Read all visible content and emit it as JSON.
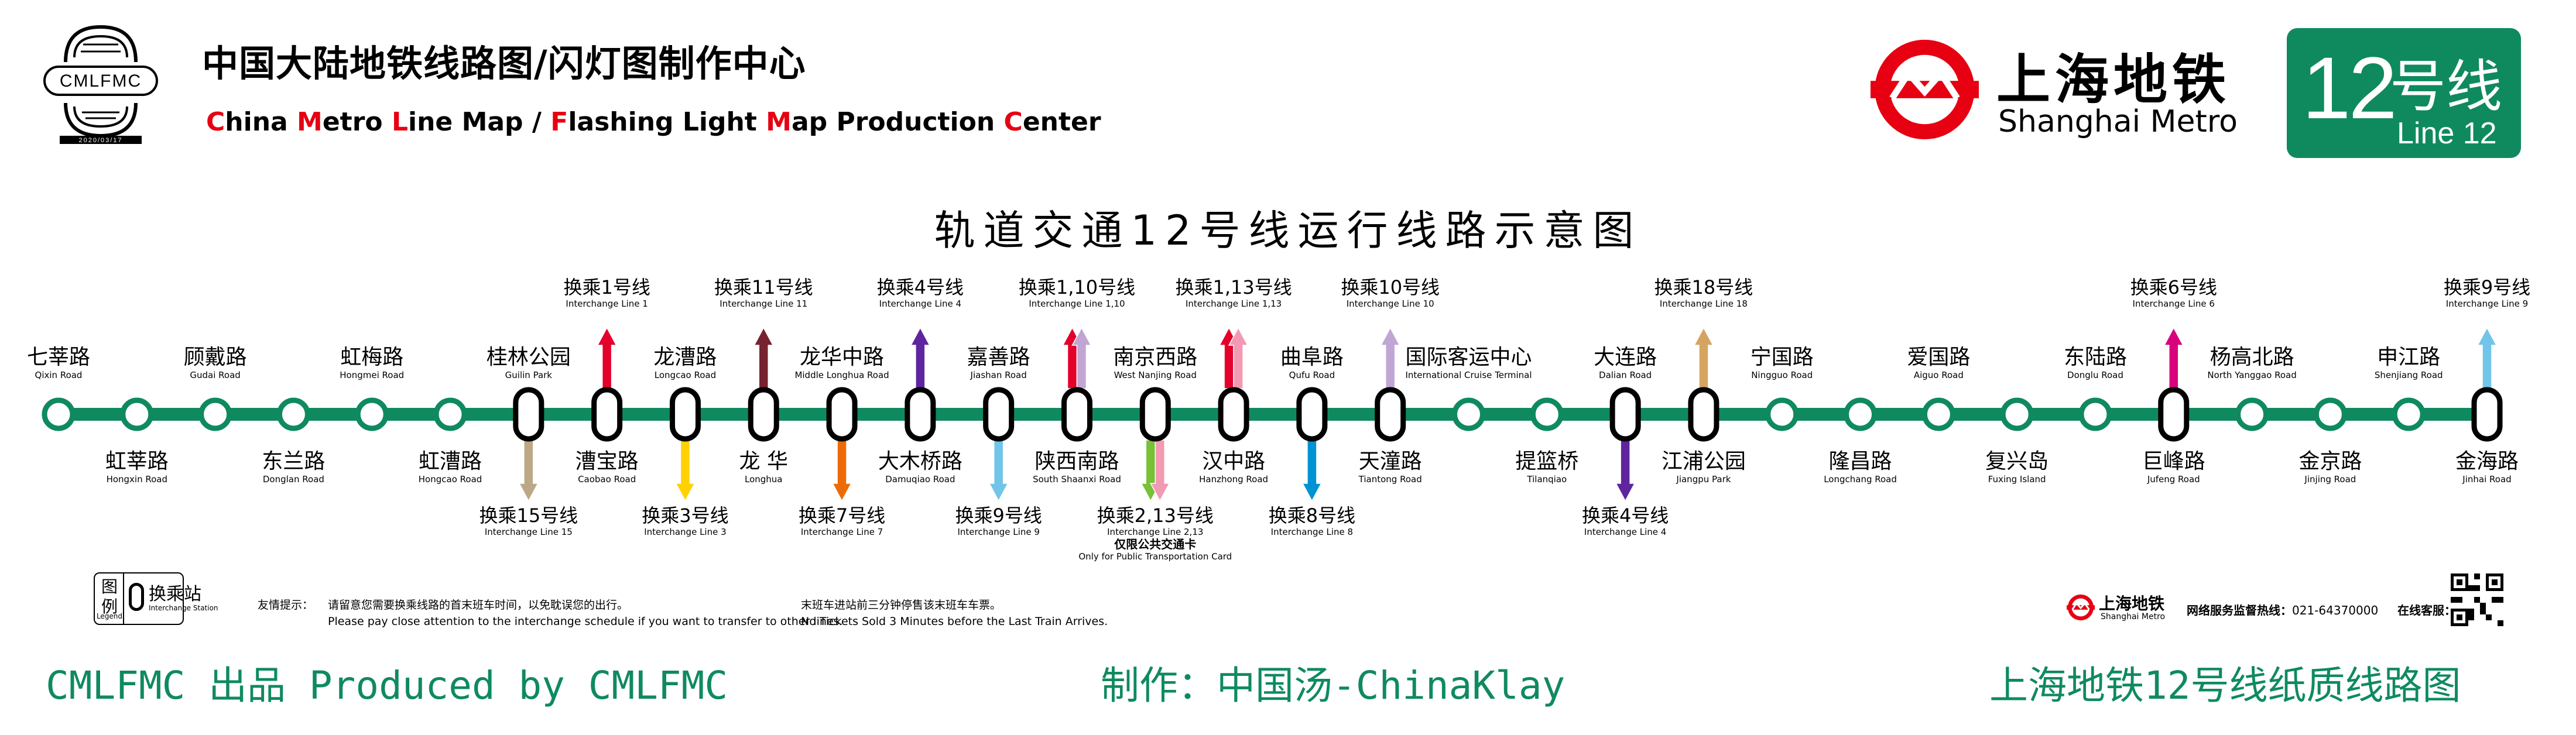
{
  "header": {
    "logo_text": "CMLFMC",
    "logo_date": "2020/03/17",
    "org_cn": "中国大陆地铁线路图/闪灯图制作中心",
    "org_en_parts": [
      {
        "t": "C",
        "red": true
      },
      {
        "t": "hina ",
        "red": false
      },
      {
        "t": "M",
        "red": true
      },
      {
        "t": "etro ",
        "red": false
      },
      {
        "t": "L",
        "red": true
      },
      {
        "t": "ine Map / ",
        "red": false
      },
      {
        "t": "F",
        "red": true
      },
      {
        "t": "lashing Light ",
        "red": false
      },
      {
        "t": "M",
        "red": true
      },
      {
        "t": "ap Production ",
        "red": false
      },
      {
        "t": "C",
        "red": true
      },
      {
        "t": "enter",
        "red": false
      }
    ],
    "operator_cn": "上海地铁",
    "operator_en": "Shanghai Metro",
    "line_number": "12",
    "line_cn_suffix": "号线",
    "line_en": "Line 12"
  },
  "map_title": "轨道交通12号线运行线路示意图",
  "colors": {
    "line12": "#0f8a5f",
    "brand_red": "#e60012",
    "line1": "#e3002b",
    "line3": "#ffd100",
    "line4": "#5f259f",
    "line6": "#d9027d",
    "line7": "#ed6b06",
    "line8": "#0093d3",
    "line9": "#71c5e8",
    "line10": "#c1a6d4",
    "line11": "#76232f",
    "line13": "#f29ab3",
    "line15": "#bca886",
    "line18": "#d6a461",
    "line2": "#78c037"
  },
  "stations": [
    {
      "cn": "七莘路",
      "en": "Qixin Road",
      "label": "up",
      "interchange": false
    },
    {
      "cn": "虹莘路",
      "en": "Hongxin Road",
      "label": "down",
      "interchange": false
    },
    {
      "cn": "顾戴路",
      "en": "Gudai Road",
      "label": "up",
      "interchange": false
    },
    {
      "cn": "东兰路",
      "en": "Donglan Road",
      "label": "down",
      "interchange": false
    },
    {
      "cn": "虹梅路",
      "en": "Hongmei Road",
      "label": "up",
      "interchange": false
    },
    {
      "cn": "虹漕路",
      "en": "Hongcao Road",
      "label": "down",
      "interchange": false
    },
    {
      "cn": "桂林公园",
      "en": "Guilin Park",
      "label": "up",
      "interchange": true,
      "transfers": [
        {
          "side": "down",
          "lines": [
            "line15"
          ],
          "cn": "换乘15号线",
          "en": "Interchange Line 15"
        }
      ]
    },
    {
      "cn": "漕宝路",
      "en": "Caobao Road",
      "label": "down",
      "interchange": true,
      "transfers": [
        {
          "side": "up",
          "lines": [
            "line1"
          ],
          "cn": "换乘1号线",
          "en": "Interchange Line 1"
        }
      ]
    },
    {
      "cn": "龙漕路",
      "en": "Longcao Road",
      "label": "up",
      "interchange": true,
      "transfers": [
        {
          "side": "down",
          "lines": [
            "line3"
          ],
          "cn": "换乘3号线",
          "en": "Interchange Line 3"
        }
      ]
    },
    {
      "cn": "龙 华",
      "en": "Longhua",
      "label": "down",
      "interchange": true,
      "transfers": [
        {
          "side": "up",
          "lines": [
            "line11"
          ],
          "cn": "换乘11号线",
          "en": "Interchange Line 11"
        }
      ]
    },
    {
      "cn": "龙华中路",
      "en": "Middle Longhua Road",
      "label": "up",
      "interchange": true,
      "transfers": [
        {
          "side": "down",
          "lines": [
            "line7"
          ],
          "cn": "换乘7号线",
          "en": "Interchange Line 7"
        }
      ]
    },
    {
      "cn": "大木桥路",
      "en": "Damuqiao Road",
      "label": "down",
      "interchange": true,
      "transfers": [
        {
          "side": "up",
          "lines": [
            "line4"
          ],
          "cn": "换乘4号线",
          "en": "Interchange Line 4"
        }
      ]
    },
    {
      "cn": "嘉善路",
      "en": "Jiashan Road",
      "label": "up",
      "interchange": true,
      "transfers": [
        {
          "side": "down",
          "lines": [
            "line9"
          ],
          "cn": "换乘9号线",
          "en": "Interchange Line 9"
        }
      ]
    },
    {
      "cn": "陕西南路",
      "en": "South Shaanxi Road",
      "label": "down",
      "interchange": true,
      "transfers": [
        {
          "side": "up",
          "lines": [
            "line1",
            "line10"
          ],
          "cn": "换乘1,10号线",
          "en": "Interchange Line 1,10"
        }
      ]
    },
    {
      "cn": "南京西路",
      "en": "West Nanjing Road",
      "label": "up",
      "interchange": true,
      "transfers": [
        {
          "side": "down",
          "lines": [
            "line2",
            "line13"
          ],
          "cn": "换乘2,13号线",
          "en": "Interchange Line 2,13",
          "note_cn": "仅限公共交通卡",
          "note_en": "Only for Public Transportation Card"
        }
      ]
    },
    {
      "cn": "汉中路",
      "en": "Hanzhong Road",
      "label": "down",
      "interchange": true,
      "transfers": [
        {
          "side": "up",
          "lines": [
            "line1",
            "line13"
          ],
          "cn": "换乘1,13号线",
          "en": "Interchange Line 1,13"
        }
      ]
    },
    {
      "cn": "曲阜路",
      "en": "Qufu Road",
      "label": "up",
      "interchange": true,
      "transfers": [
        {
          "side": "down",
          "lines": [
            "line8"
          ],
          "cn": "换乘8号线",
          "en": "Interchange Line 8"
        }
      ]
    },
    {
      "cn": "天潼路",
      "en": "Tiantong Road",
      "label": "down",
      "interchange": true,
      "transfers": [
        {
          "side": "up",
          "lines": [
            "line10"
          ],
          "cn": "换乘10号线",
          "en": "Interchange Line 10"
        }
      ]
    },
    {
      "cn": "国际客运中心",
      "en": "International Cruise Terminal",
      "label": "up",
      "interchange": false
    },
    {
      "cn": "提篮桥",
      "en": "Tilanqiao",
      "label": "down",
      "interchange": false
    },
    {
      "cn": "大连路",
      "en": "Dalian Road",
      "label": "up",
      "interchange": true,
      "transfers": [
        {
          "side": "down",
          "lines": [
            "line4"
          ],
          "cn": "换乘4号线",
          "en": "Interchange Line 4"
        }
      ]
    },
    {
      "cn": "江浦公园",
      "en": "Jiangpu Park",
      "label": "down",
      "interchange": true,
      "transfers": [
        {
          "side": "up",
          "lines": [
            "line18"
          ],
          "cn": "换乘18号线",
          "en": "Interchange Line 18"
        }
      ]
    },
    {
      "cn": "宁国路",
      "en": "Ningguo Road",
      "label": "up",
      "interchange": false
    },
    {
      "cn": "隆昌路",
      "en": "Longchang Road",
      "label": "down",
      "interchange": false
    },
    {
      "cn": "爱国路",
      "en": "Aiguo Road",
      "label": "up",
      "interchange": false
    },
    {
      "cn": "复兴岛",
      "en": "Fuxing Island",
      "label": "down",
      "interchange": false
    },
    {
      "cn": "东陆路",
      "en": "Donglu Road",
      "label": "up",
      "interchange": false
    },
    {
      "cn": "巨峰路",
      "en": "Jufeng Road",
      "label": "down",
      "interchange": true,
      "transfers": [
        {
          "side": "up",
          "lines": [
            "line6"
          ],
          "cn": "换乘6号线",
          "en": "Interchange Line 6"
        }
      ]
    },
    {
      "cn": "杨高北路",
      "en": "North Yanggao Road",
      "label": "up",
      "interchange": false
    },
    {
      "cn": "金京路",
      "en": "Jinjing Road",
      "label": "down",
      "interchange": false
    },
    {
      "cn": "申江路",
      "en": "Shenjiang Road",
      "label": "up",
      "interchange": false
    },
    {
      "cn": "金海路",
      "en": "Jinhai Road",
      "label": "down",
      "interchange": true,
      "transfers": [
        {
          "side": "up",
          "lines": [
            "line9"
          ],
          "cn": "换乘9号线",
          "en": "Interchange Line 9"
        }
      ]
    }
  ],
  "legend": {
    "label_cn": "图例",
    "label_en": "Legend",
    "item_cn": "换乘站",
    "item_en": "Interchange Station"
  },
  "notes": {
    "tip_label": "友情提示：",
    "tip_cn": "请留意您需要换乘线路的首末班车时间，以免耽误您的出行。",
    "tip_en": "Please pay close attention to the interchange schedule if you want to transfer to other lines.",
    "last_cn": "末班车进站前三分钟停售该末班车车票。",
    "last_en": "No Tickets Sold 3 Minutes before the Last Train Arrives."
  },
  "footer": {
    "operator_cn": "上海地铁",
    "operator_en": "Shanghai Metro",
    "hotline_label": "网络服务监督热线：",
    "hotline": "021-64370000",
    "online_cs": "在线客服：",
    "produced_by": "CMLFMC 出品 Produced by CMLFMC",
    "author": "制作：中国汤-ChinaKlay",
    "product_title": "上海地铁12号线纸质线路图"
  }
}
